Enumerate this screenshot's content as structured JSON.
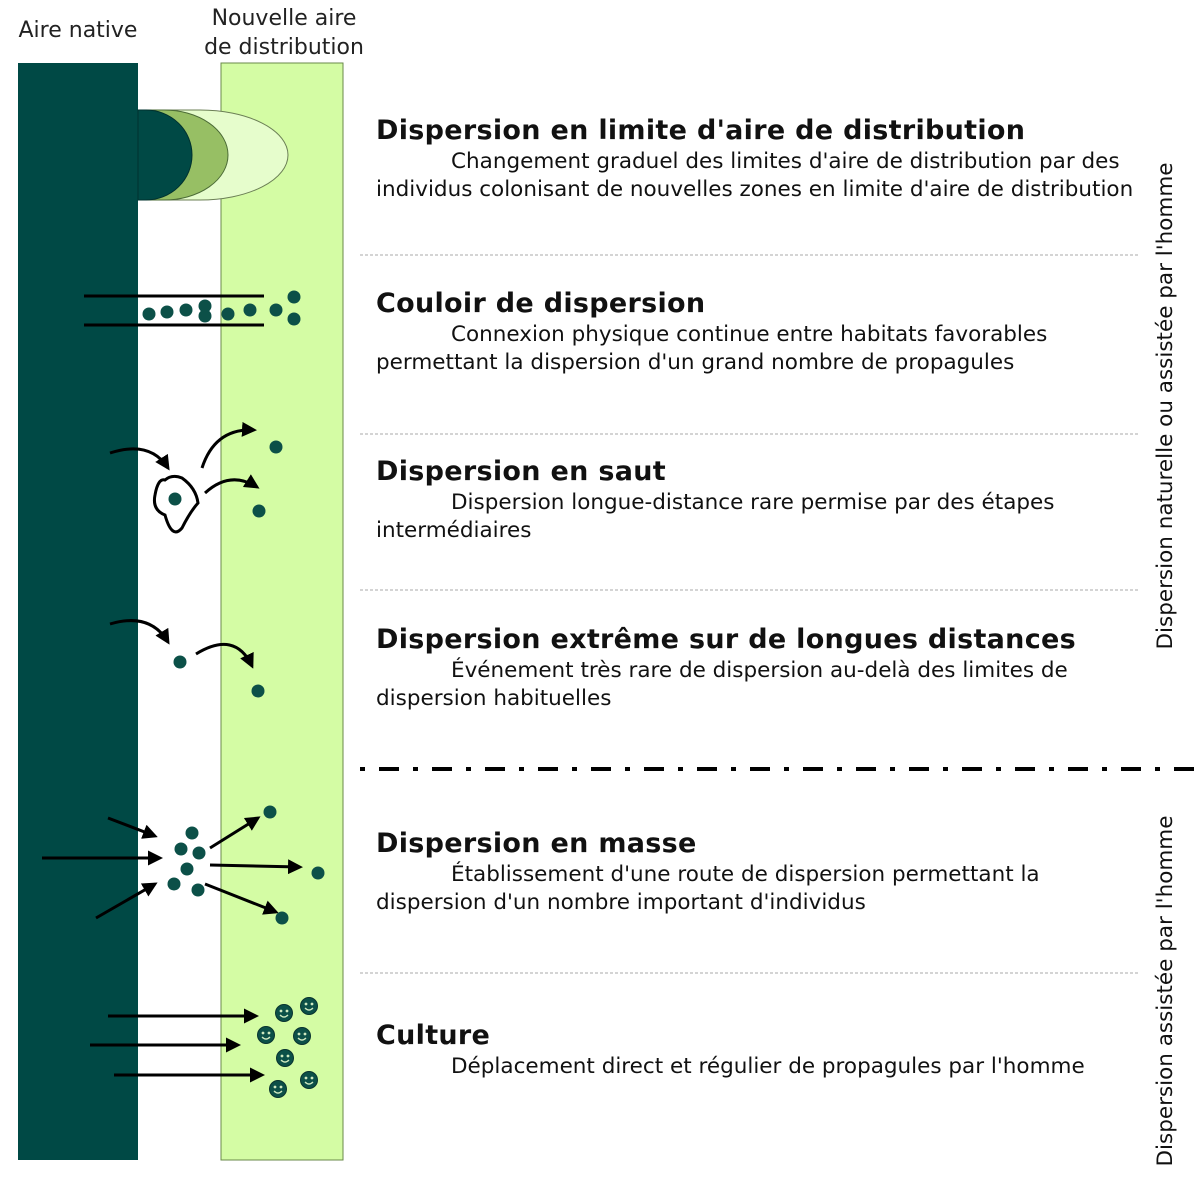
{
  "columns": {
    "native": "Aire native",
    "new_line1": "Nouvelle aire",
    "new_line2": "de distribution"
  },
  "colors": {
    "native": "#004945",
    "new_area": "#d4fca4",
    "mid_circle": "#97bf64",
    "dot": "#0c5048"
  },
  "icons": [
    "expanding-front-icon",
    "corridor-icon",
    "stepping-stone-icon",
    "long-distance-jump-icon",
    "mass-dispersal-icon",
    "cultivated-propagules-icon"
  ],
  "modes": [
    {
      "title": "Dispersion en limite d'aire de distribution",
      "description": "Changement graduel des limites d'aire de distribution par des individus colonisant de nouvelles zones en limite d'aire de distribution"
    },
    {
      "title": "Couloir de dispersion",
      "description": "Connexion physique continue entre habitats favorables permettant la dispersion d'un grand nombre de propagules"
    },
    {
      "title": "Dispersion en saut",
      "description": "Dispersion longue-distance rare permise par des étapes intermédiaires"
    },
    {
      "title": "Dispersion extrême sur de longues distances",
      "description": "Événement très rare de dispersion au-delà des limites de dispersion habituelles"
    },
    {
      "title": "Dispersion en masse",
      "description": "Établissement d'une route de dispersion permettant la dispersion d'un nombre important d'individus"
    },
    {
      "title": "Culture",
      "description": "Déplacement direct et régulier de propagules par l'homme"
    }
  ],
  "side_labels": {
    "natural": "Dispersion naturelle ou assistée par l'homme",
    "human": "Dispersion assistée par l'homme"
  }
}
